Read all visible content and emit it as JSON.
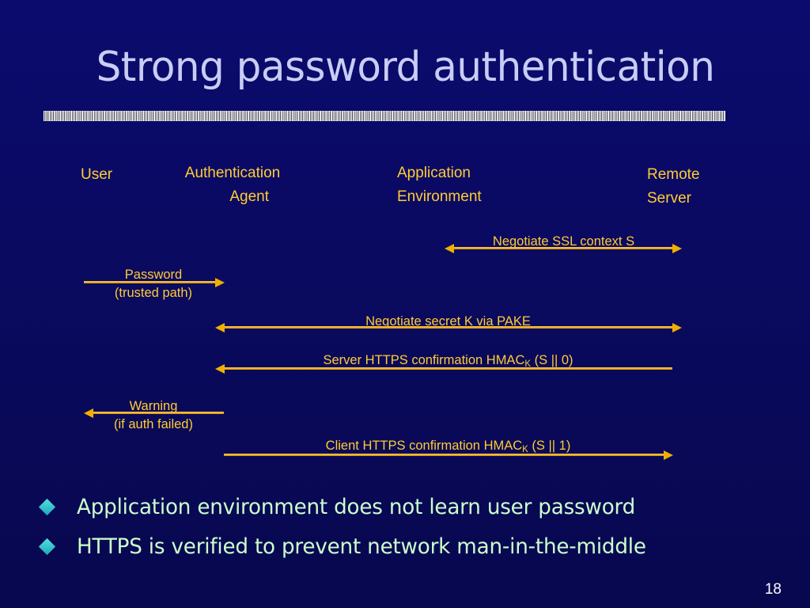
{
  "slide": {
    "title": "Strong password authentication",
    "page_number": "18",
    "background_color": "#0a0a66",
    "title_color": "#c9cdf5",
    "accent_color": "#ffcc33",
    "bullet_text_color": "#ccffcc",
    "bullet_marker_color": "#33cccc"
  },
  "diagram": {
    "columns": [
      {
        "id": "user",
        "line1": "User",
        "line2": ""
      },
      {
        "id": "auth-agent",
        "line1": "Authentication",
        "line2": "Agent"
      },
      {
        "id": "app-env",
        "line1": "Application",
        "line2": "Environment"
      },
      {
        "id": "remote-server",
        "line1": "Remote",
        "line2": "Server"
      }
    ],
    "messages": [
      {
        "id": "negotiate-ssl-context",
        "label": "Negotiate SSL context S",
        "sublabel": "",
        "direction": "both",
        "from": "app-env",
        "to": "remote-server"
      },
      {
        "id": "password",
        "label": "Password",
        "sublabel": "(trusted path)",
        "direction": "right",
        "from": "user",
        "to": "auth-agent"
      },
      {
        "id": "negotiate-secret-k",
        "label": "Negotiate secret K via PAKE",
        "sublabel": "",
        "direction": "both",
        "from": "auth-agent",
        "to": "remote-server"
      },
      {
        "id": "server-https-confirmation",
        "label_pre": "Server HTTPS confirmation HMAC",
        "label_sub": "K",
        "label_post": " (S || 0)",
        "sublabel": "",
        "direction": "left",
        "from": "remote-server",
        "to": "auth-agent"
      },
      {
        "id": "warning",
        "label": "Warning",
        "sublabel": "(if auth failed)",
        "direction": "left",
        "from": "auth-agent",
        "to": "user"
      },
      {
        "id": "client-https-confirmation",
        "label_pre": "Client HTTPS confirmation HMAC",
        "label_sub": "K",
        "label_post": " (S || 1)",
        "sublabel": "",
        "direction": "right",
        "from": "auth-agent",
        "to": "remote-server"
      }
    ]
  },
  "bullets": [
    {
      "marker": "diamond-bullet-icon",
      "text": "Application environment does not learn user password"
    },
    {
      "marker": "diamond-bullet-icon",
      "text": "HTTPS is verified to prevent network man-in-the-middle"
    }
  ]
}
